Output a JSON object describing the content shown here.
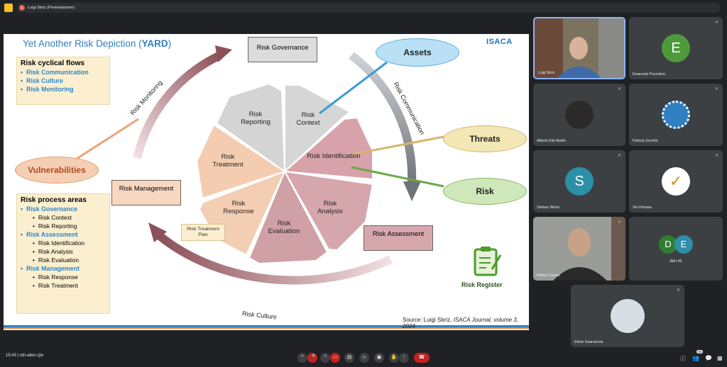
{
  "meeting": {
    "presenter_label": "Luigi Sbriz (Presentazione)",
    "presenter_initial": "L",
    "time": "15:43",
    "code": "utn-abro-zjw",
    "others_label": "Altri 46",
    "participant_count": "55"
  },
  "slide": {
    "title_plain": "Yet Another Risk Depiction (",
    "title_bold": "YARD",
    "title_close": ")",
    "logo": "ISACA",
    "cyclical_heading": "Risk cyclical flows",
    "cyclical_items": [
      "Risk Communication",
      "Risk Culture",
      "Risk Monitoring"
    ],
    "process_heading": "Risk process areas",
    "process_groups": [
      {
        "name": "Risk Governance",
        "items": [
          "Risk Context",
          "Risk Reporting"
        ]
      },
      {
        "name": "Risk Assessment",
        "items": [
          "Risk Identification",
          "Risk Analysis",
          "Risk Evaluation"
        ]
      },
      {
        "name": "Risk Management",
        "items": [
          "Risk Response",
          "Risk Treatment"
        ]
      }
    ],
    "boxes": {
      "governance": "Risk Governance",
      "management": "Risk Management",
      "assessment": "Risk Assessment",
      "treatment_plan": "Risk Treatment Plan"
    },
    "wheel": {
      "reporting": "Risk Reporting",
      "context": "Risk Context",
      "identification": "Risk Identification",
      "analysis": "Risk Analysis",
      "evaluation": "Risk Evaluation",
      "response": "Risk Response",
      "treatment": "Risk Treatment"
    },
    "flows": {
      "monitoring": "Risk Monitoring",
      "communication": "Risk Communication",
      "culture": "Risk Culture"
    },
    "callouts": {
      "assets": "Assets",
      "threats": "Threats",
      "risk": "Risk",
      "vulnerabilities": "Vulnerabilities"
    },
    "register": "Risk Register",
    "source_prefix": "Source: Luigi Sbriz, ",
    "source_journal": "ISACA Journal, volume 3, 2024"
  },
  "participants": [
    {
      "name": "Luigi Sbriz",
      "initial": ""
    },
    {
      "name": "Emanuele Pozzobon",
      "initial": "E",
      "color": "#4e9a3b"
    },
    {
      "name": "Alberto Elia Martin",
      "initial": ""
    },
    {
      "name": "Patrizia Zecchin",
      "initial": ""
    },
    {
      "name": "Stefano Weiss",
      "initial": "S",
      "color": "#2d8fa8"
    },
    {
      "name": "Via Virtuosa",
      "initial": ""
    },
    {
      "name": "Matteo Canato",
      "initial": ""
    },
    {
      "name": "Ettore Guarnaccia",
      "initial": ""
    }
  ],
  "others_avatars": [
    "D",
    "E"
  ]
}
